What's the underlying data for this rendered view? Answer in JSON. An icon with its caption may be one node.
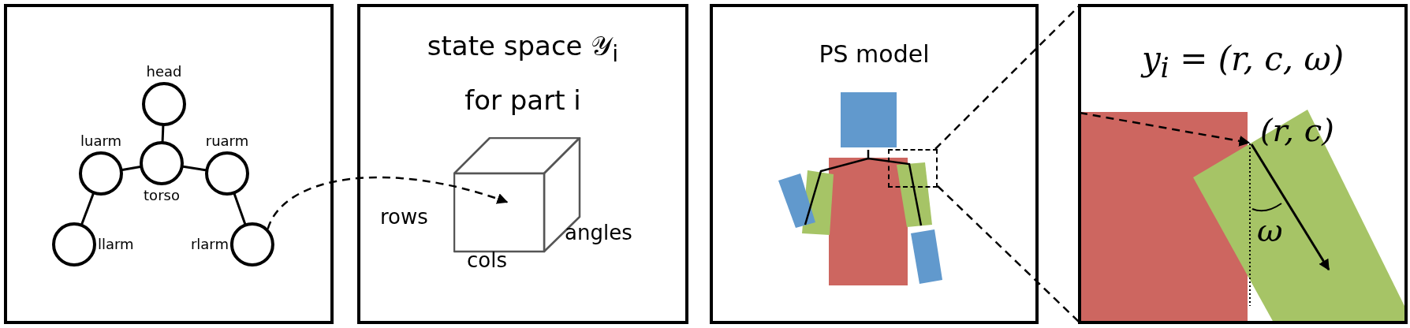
{
  "diagram": {
    "nodes": [
      {
        "text": [],
        "shape": "box"
      },
      {
        "text": [
          "head"
        ],
        "in": 0
      },
      {
        "text": [
          "luarm"
        ],
        "in": 0
      },
      {
        "text": [
          "torso"
        ],
        "in": 0
      },
      {
        "text": [
          "ruarm"
        ],
        "in": 0
      },
      {
        "text": [
          "llarm"
        ],
        "in": 0
      },
      {
        "text": [
          "rlarm"
        ],
        "in": 0
      },
      {
        "text": [
          "state space 𝒴$_{i}$ for part i"
        ]
      },
      {
        "text": [],
        "shape": "cube",
        "in": 7,
        "beside": [
          "rows",
          "cols",
          "angles"
        ]
      },
      {
        "text": [
          "PS model"
        ]
      },
      {
        "text": [],
        "shape": "box",
        "in": 9
      },
      {
        "text": [
          "y$_{i}$ = (r, c, ω)"
        ]
      },
      {
        "text": [
          "(r, c)"
        ],
        "in": 11
      }
    ],
    "edges": [
      {
        "from": 1,
        "to": 3,
        "arrow": "none"
      },
      {
        "from": 2,
        "to": 3,
        "arrow": "none"
      },
      {
        "from": 3,
        "to": 4,
        "arrow": "none"
      },
      {
        "from": 2,
        "to": 5,
        "arrow": "none"
      },
      {
        "from": 4,
        "to": 6,
        "arrow": "none"
      },
      {
        "from": 6,
        "to": 8,
        "arrow": "to",
        "style": "dashed"
      },
      {
        "from": 10,
        "to": 11,
        "arrow": "none",
        "style": "dashed"
      },
      {
        "from": 10,
        "to": 11,
        "arrow": "none",
        "style": "dashed"
      },
      {
        "from": null,
        "to": 12,
        "arrow": "to",
        "style": "dashed"
      },
      {
        "from": 12,
        "to": null,
        "arrow": "to"
      }
    ],
    "labels": [
      "ω"
    ]
  }
}
